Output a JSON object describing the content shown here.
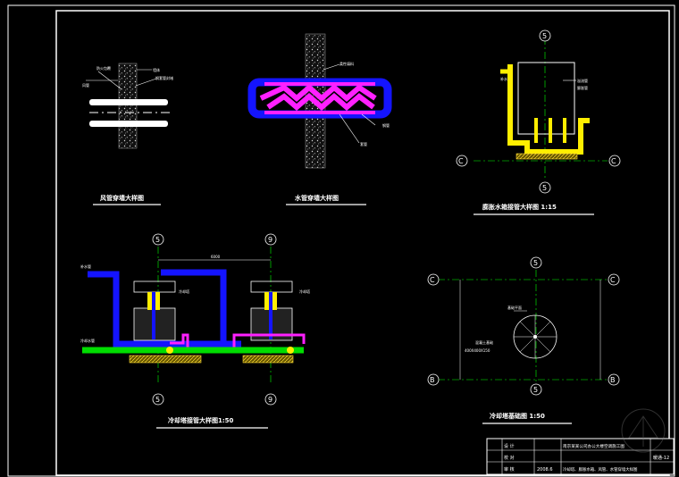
{
  "drawing": {
    "titles": {
      "duct_wall": "风管穿墙大样图",
      "pipe_wall": "水管穿墙大样图",
      "tank_piping": "膨胀水箱接管大样图 1:15",
      "tower_piping": "冷却塔接管大样图1:50",
      "tower_base": "冷却塔基础图 1:50"
    },
    "axis_labels": {
      "five": "5",
      "nine": "9",
      "c": "C",
      "b": "B"
    },
    "title_block": {
      "project": "南京某某公司办公大楼空调施工图",
      "drawing_name": "冷却塔、膨胀水箱、风管、水管穿墙大样图",
      "row_design": "设 计",
      "row_check": "校 对",
      "row_review": "审 核",
      "date": "2008.6",
      "sheet": "暖通-12"
    },
    "palette": {
      "supply_blue": "#1414ff",
      "return_magenta": "#ff20ff",
      "green": "#00dd00",
      "yellow": "#ffff00",
      "frame_white": "#ffffff",
      "axis_green": "#00ff00"
    }
  }
}
